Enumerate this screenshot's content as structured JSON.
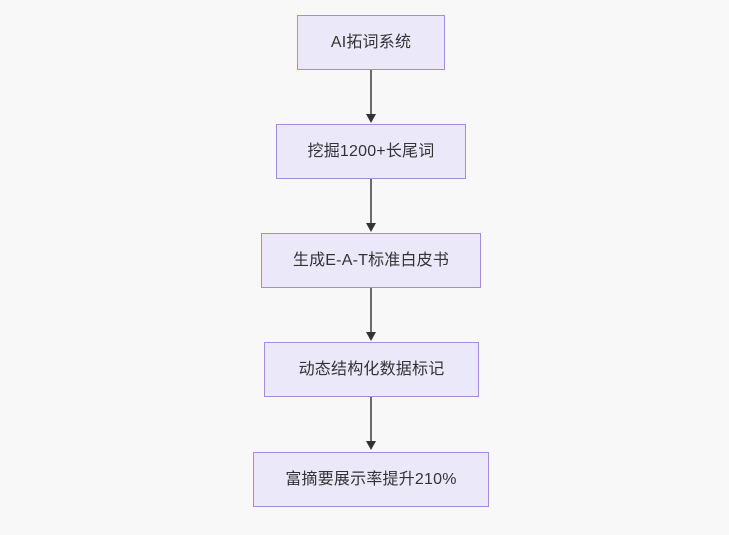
{
  "diagram": {
    "type": "flowchart",
    "direction": "top-to-bottom",
    "background_color": "#f8f8f8",
    "node_fill_color": "#ebe8fa",
    "node_border_color": "#a78bda",
    "node_text_color": "#333333",
    "edge_color": "#6b6b6b",
    "arrowhead_color": "#333333",
    "nodes": [
      {
        "id": "n1",
        "label": "AI拓词系统"
      },
      {
        "id": "n2",
        "label": "挖掘1200+长尾词"
      },
      {
        "id": "n3",
        "label": "生成E-A-T标准白皮书"
      },
      {
        "id": "n4",
        "label": "动态结构化数据标记"
      },
      {
        "id": "n5",
        "label": "富摘要展示率提升210%"
      }
    ],
    "edges": [
      {
        "from": "n1",
        "to": "n2",
        "label": ""
      },
      {
        "from": "n2",
        "to": "n3",
        "label": ""
      },
      {
        "from": "n3",
        "to": "n4",
        "label": ""
      },
      {
        "from": "n4",
        "to": "n5",
        "label": ""
      }
    ]
  }
}
